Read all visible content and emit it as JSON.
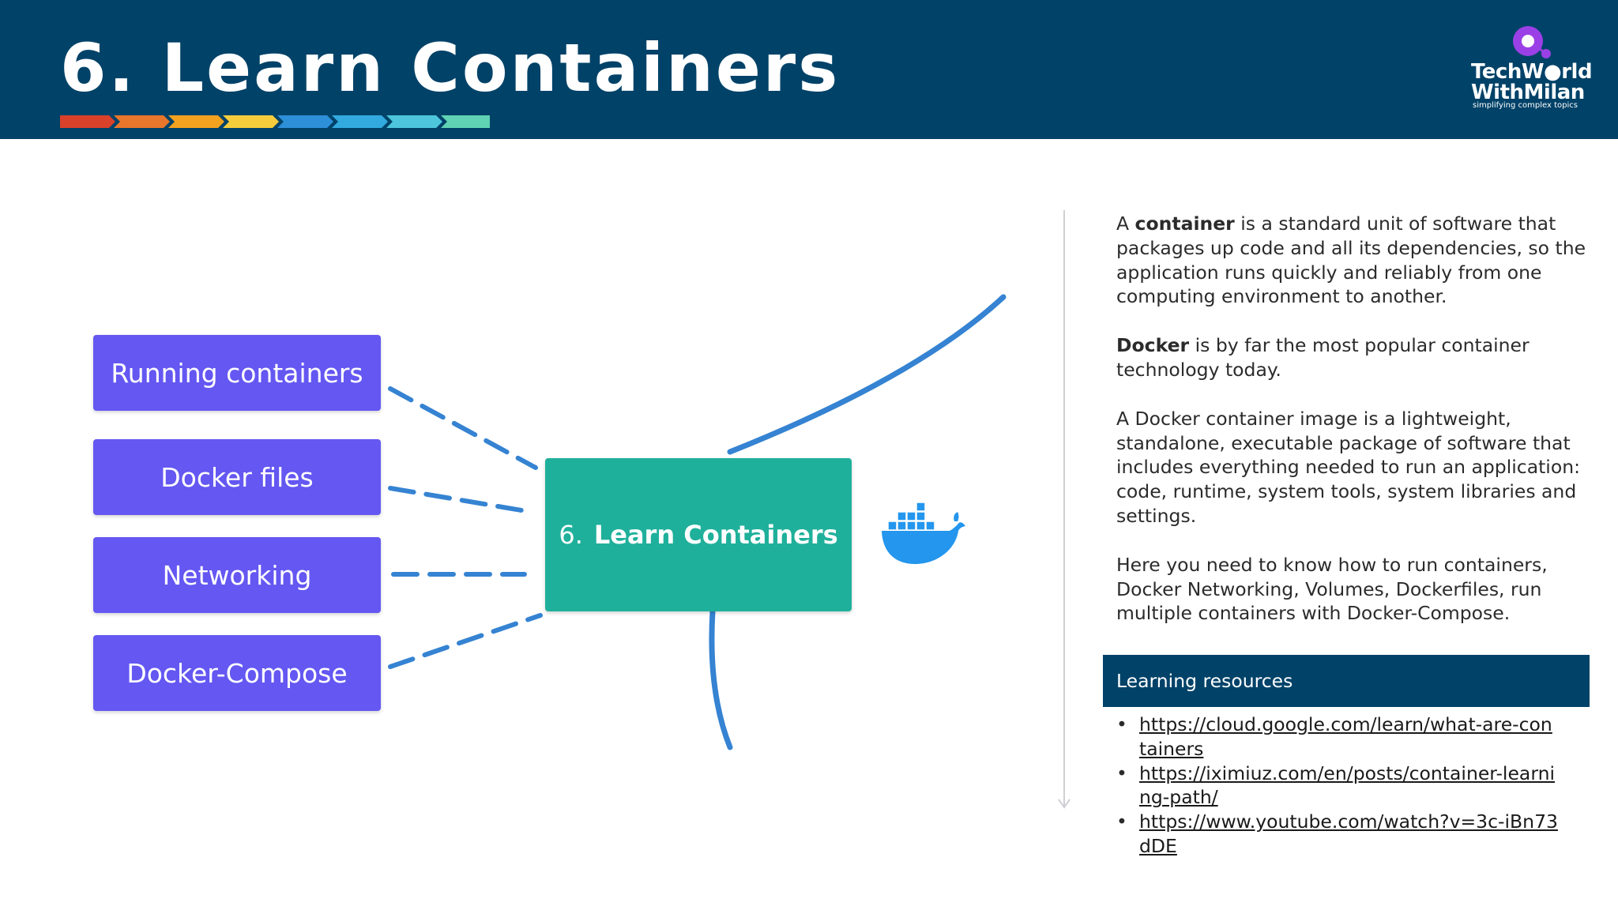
{
  "header": {
    "title": "6. Learn Containers",
    "progress_colors": [
      "#d9412b",
      "#e8762b",
      "#f3a21f",
      "#f5cd3c",
      "#2e8fd9",
      "#32aadf",
      "#4dc6dc",
      "#5fd3b3"
    ]
  },
  "logo": {
    "line1": "TechW●rld",
    "line2": "WithMilan",
    "tagline": "simplifying complex topics",
    "accent_color": "#9b40e6"
  },
  "diagram": {
    "subtopics": [
      {
        "label": "Running containers"
      },
      {
        "label": "Docker files"
      },
      {
        "label": "Networking"
      },
      {
        "label": "Docker-Compose"
      }
    ],
    "center": {
      "number": "6.",
      "label": "Learn Containers"
    },
    "icon": "docker-whale-icon",
    "colors": {
      "subtopic": "#6457f2",
      "center": "#1fb09b",
      "connector": "#3583d2"
    }
  },
  "description": {
    "p1_bold": "container",
    "p1_prefix": "A ",
    "p1_rest": " is a standard unit of software that packages up code and all its dependencies, so the application runs quickly and reliably from one computing environment to another.",
    "p2_bold": "Docker",
    "p2_rest": " is by far the most popular container technology today.",
    "p3": "A Docker container image is a lightweight, standalone, executable package of software that includes everything needed to run an application: code, runtime, system tools, system libraries and settings.",
    "p4": "Here you need to know how to run containers, Docker Networking, Volumes, Dockerfiles, run multiple containers with Docker-Compose."
  },
  "resources": {
    "heading": "Learning resources",
    "links": [
      {
        "text": "https://cloud.google.com/learn/what-are-containers"
      },
      {
        "text": "https://iximiuz.com/en/posts/container-learning-path/"
      },
      {
        "text": "https://www.youtube.com/watch?v=3c-iBn73dDE"
      }
    ]
  }
}
